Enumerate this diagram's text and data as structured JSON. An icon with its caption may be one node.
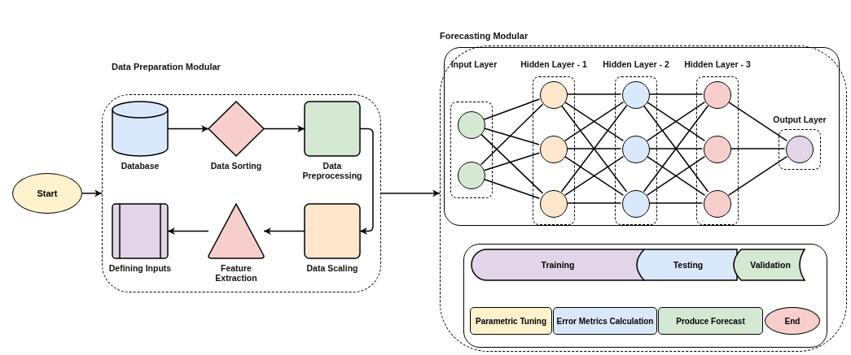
{
  "diagram": {
    "nodes": [
      {
        "text": [
          "Start"
        ]
      },
      {
        "text": [
          "Data Preparation Modular"
        ]
      },
      {
        "text": [
          "Database"
        ],
        "in": 1
      },
      {
        "text": [
          "Data Sorting"
        ],
        "in": 1
      },
      {
        "text": [
          "Data Preprocessing"
        ],
        "in": 1
      },
      {
        "text": [
          "Data Scaling"
        ],
        "in": 1
      },
      {
        "text": [
          "Feature Extraction"
        ],
        "in": 1
      },
      {
        "text": [
          "Defining Inputs"
        ],
        "in": 1
      },
      {
        "text": [
          "Forecasting Modular"
        ]
      },
      {
        "text": [],
        "shape": "box",
        "in": 8
      },
      {
        "text": [
          "Input Layer"
        ],
        "in": 9
      },
      {
        "text": [],
        "shape": "circle",
        "in": 10
      },
      {
        "text": [],
        "shape": "circle",
        "in": 10
      },
      {
        "text": [
          "Hidden Layer - 1"
        ],
        "in": 9
      },
      {
        "text": [],
        "shape": "circle",
        "in": 13
      },
      {
        "text": [],
        "shape": "circle",
        "in": 13
      },
      {
        "text": [],
        "shape": "circle",
        "in": 13
      },
      {
        "text": [
          "Hidden Layer - 2"
        ],
        "in": 9
      },
      {
        "text": [],
        "shape": "circle",
        "in": 17
      },
      {
        "text": [],
        "shape": "circle",
        "in": 17
      },
      {
        "text": [],
        "shape": "circle",
        "in": 17
      },
      {
        "text": [
          "Hidden Layer - 3"
        ],
        "in": 9
      },
      {
        "text": [],
        "shape": "circle",
        "in": 21
      },
      {
        "text": [],
        "shape": "circle",
        "in": 21
      },
      {
        "text": [],
        "shape": "circle",
        "in": 21
      },
      {
        "text": [
          "Output Layer"
        ],
        "in": 9
      },
      {
        "text": [],
        "shape": "circle",
        "in": 25
      },
      {
        "text": [],
        "shape": "box",
        "in": 8
      },
      {
        "text": [
          "Training"
        ],
        "in": 27
      },
      {
        "text": [
          "Testing"
        ],
        "in": 27
      },
      {
        "text": [
          "Validation"
        ],
        "in": 27
      },
      {
        "text": [
          "Parametric Tuning"
        ],
        "in": 27
      },
      {
        "text": [
          "Error Metrics Calculation"
        ],
        "in": 27
      },
      {
        "text": [
          "Produce Forecast"
        ],
        "in": 27
      },
      {
        "text": [
          "End"
        ],
        "in": 27
      }
    ],
    "edges": [
      {
        "from": 0,
        "to": 1,
        "arrow": "to"
      },
      {
        "from": 2,
        "to": 3,
        "arrow": "to"
      },
      {
        "from": 3,
        "to": 4,
        "arrow": "to"
      },
      {
        "from": 4,
        "to": 5,
        "arrow": "to"
      },
      {
        "from": 5,
        "to": 6,
        "arrow": "to"
      },
      {
        "from": 6,
        "to": 7,
        "arrow": "to"
      },
      {
        "from": 1,
        "to": 8,
        "arrow": "to"
      },
      {
        "from": 11,
        "to": 14,
        "arrow": "none"
      },
      {
        "from": 11,
        "to": 15,
        "arrow": "none"
      },
      {
        "from": 11,
        "to": 16,
        "arrow": "none"
      },
      {
        "from": 12,
        "to": 14,
        "arrow": "none"
      },
      {
        "from": 12,
        "to": 15,
        "arrow": "none"
      },
      {
        "from": 12,
        "to": 16,
        "arrow": "none"
      },
      {
        "from": 14,
        "to": 18,
        "arrow": "none"
      },
      {
        "from": 14,
        "to": 19,
        "arrow": "none"
      },
      {
        "from": 14,
        "to": 20,
        "arrow": "none"
      },
      {
        "from": 15,
        "to": 18,
        "arrow": "none"
      },
      {
        "from": 15,
        "to": 19,
        "arrow": "none"
      },
      {
        "from": 15,
        "to": 20,
        "arrow": "none"
      },
      {
        "from": 16,
        "to": 18,
        "arrow": "none"
      },
      {
        "from": 16,
        "to": 19,
        "arrow": "none"
      },
      {
        "from": 16,
        "to": 20,
        "arrow": "none"
      },
      {
        "from": 18,
        "to": 22,
        "arrow": "none"
      },
      {
        "from": 18,
        "to": 23,
        "arrow": "none"
      },
      {
        "from": 18,
        "to": 24,
        "arrow": "none"
      },
      {
        "from": 19,
        "to": 22,
        "arrow": "none"
      },
      {
        "from": 19,
        "to": 23,
        "arrow": "none"
      },
      {
        "from": 19,
        "to": 24,
        "arrow": "none"
      },
      {
        "from": 20,
        "to": 22,
        "arrow": "none"
      },
      {
        "from": 20,
        "to": 23,
        "arrow": "none"
      },
      {
        "from": 20,
        "to": 24,
        "arrow": "none"
      },
      {
        "from": 22,
        "to": 26,
        "arrow": "none"
      },
      {
        "from": 23,
        "to": 26,
        "arrow": "none"
      },
      {
        "from": 24,
        "to": 26,
        "arrow": "none"
      }
    ]
  }
}
